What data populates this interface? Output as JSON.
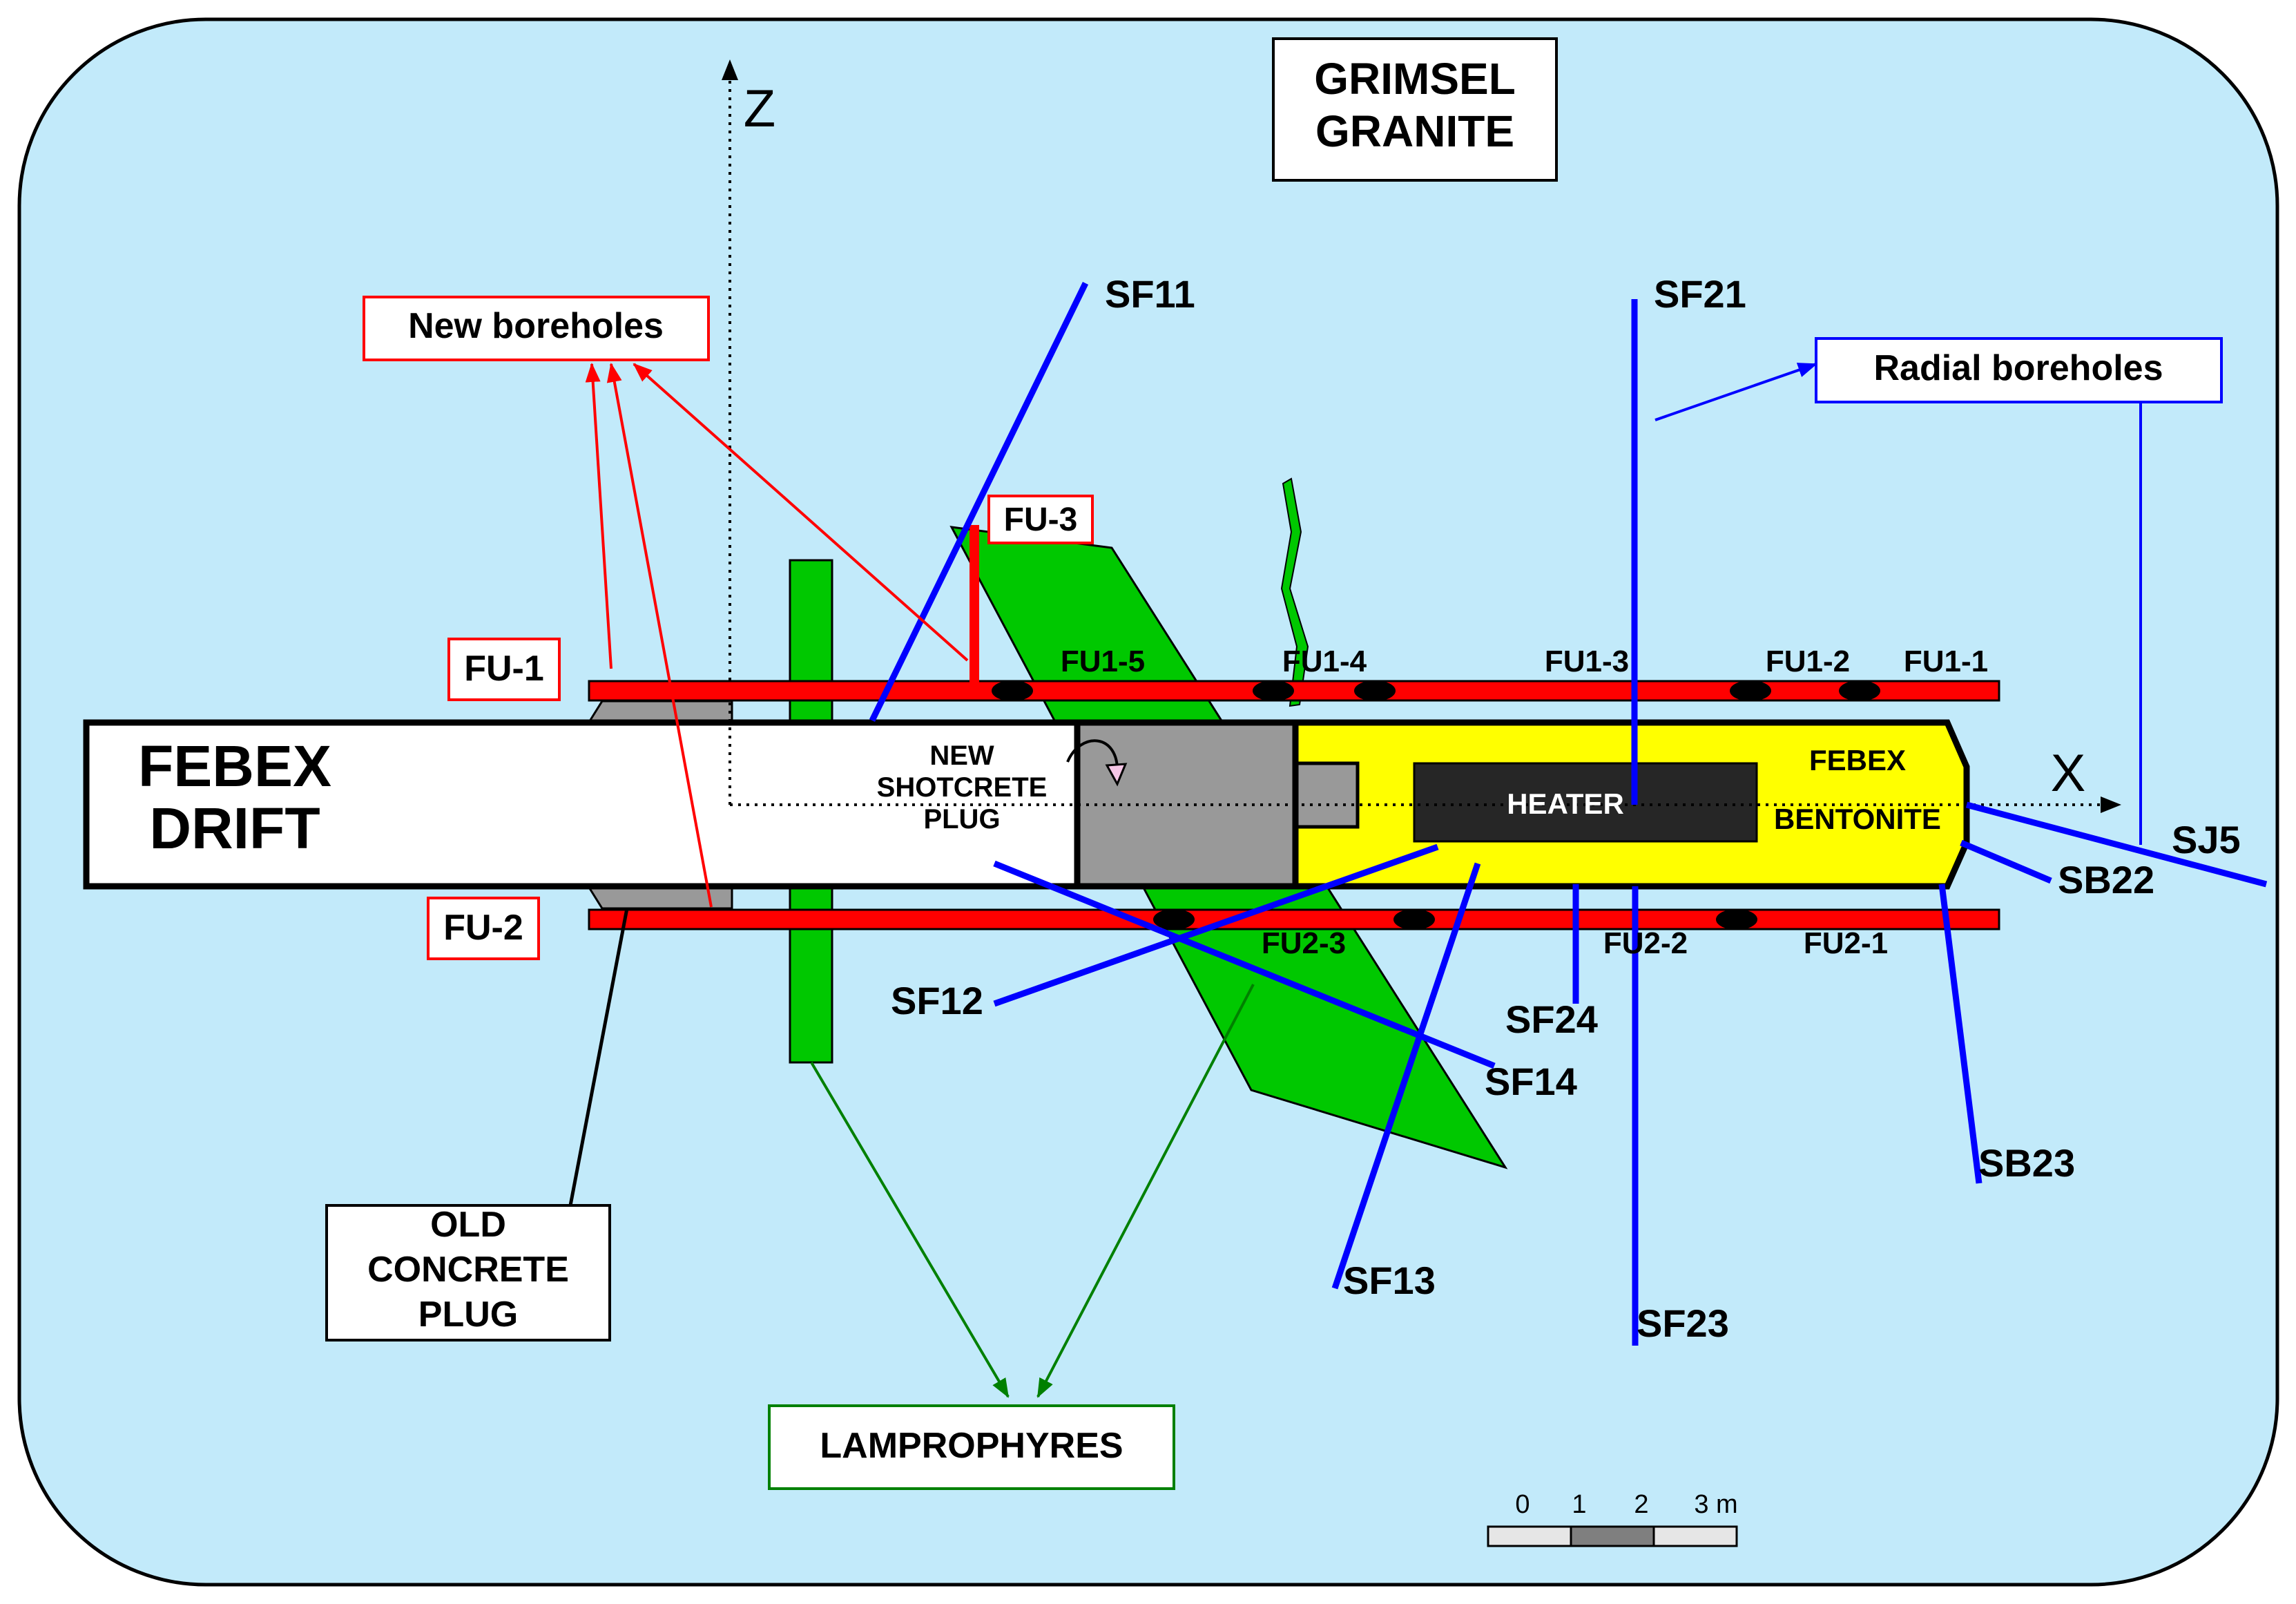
{
  "title_box": [
    "GRIMSEL",
    "GRANITE"
  ],
  "drift_label": [
    "FEBEX",
    "DRIFT"
  ],
  "shotcrete_label": [
    "NEW",
    "SHOTCRETE",
    "PLUG"
  ],
  "heater_label": "HEATER",
  "bentonite_label": [
    "FEBEX",
    "BENTONITE"
  ],
  "axes": {
    "z": "Z",
    "x": "X"
  },
  "callouts": {
    "new_boreholes": "New boreholes",
    "radial_boreholes": "Radial boreholes",
    "old_concrete_plug": [
      "OLD",
      "CONCRETE",
      "PLUG"
    ],
    "lamprophyres": "LAMPROPHYRES"
  },
  "borehole_tags": {
    "fu1": "FU-1",
    "fu2": "FU-2",
    "fu3": "FU-3"
  },
  "fu1_sections": [
    "FU1-5",
    "FU1-4",
    "FU1-3",
    "FU1-2",
    "FU1-1"
  ],
  "fu2_sections": [
    "FU2-3",
    "FU2-2",
    "FU2-1"
  ],
  "radial_boreholes": [
    "SF11",
    "SF21",
    "SF12",
    "SF24",
    "SF14",
    "SF13",
    "SF23",
    "SB22",
    "SJ5",
    "SB23"
  ],
  "scale_bar": {
    "ticks": [
      "0",
      "1",
      "2",
      "3 m"
    ]
  },
  "colors": {
    "granite": "#c2eafa",
    "lamprophyre": "#00c800",
    "bentonite": "#ffff00",
    "heater": "#262626",
    "concrete": "#999999",
    "new_borehole": "#ff0000",
    "radial_borehole": "#0000ff",
    "callout_green": "#008000"
  }
}
